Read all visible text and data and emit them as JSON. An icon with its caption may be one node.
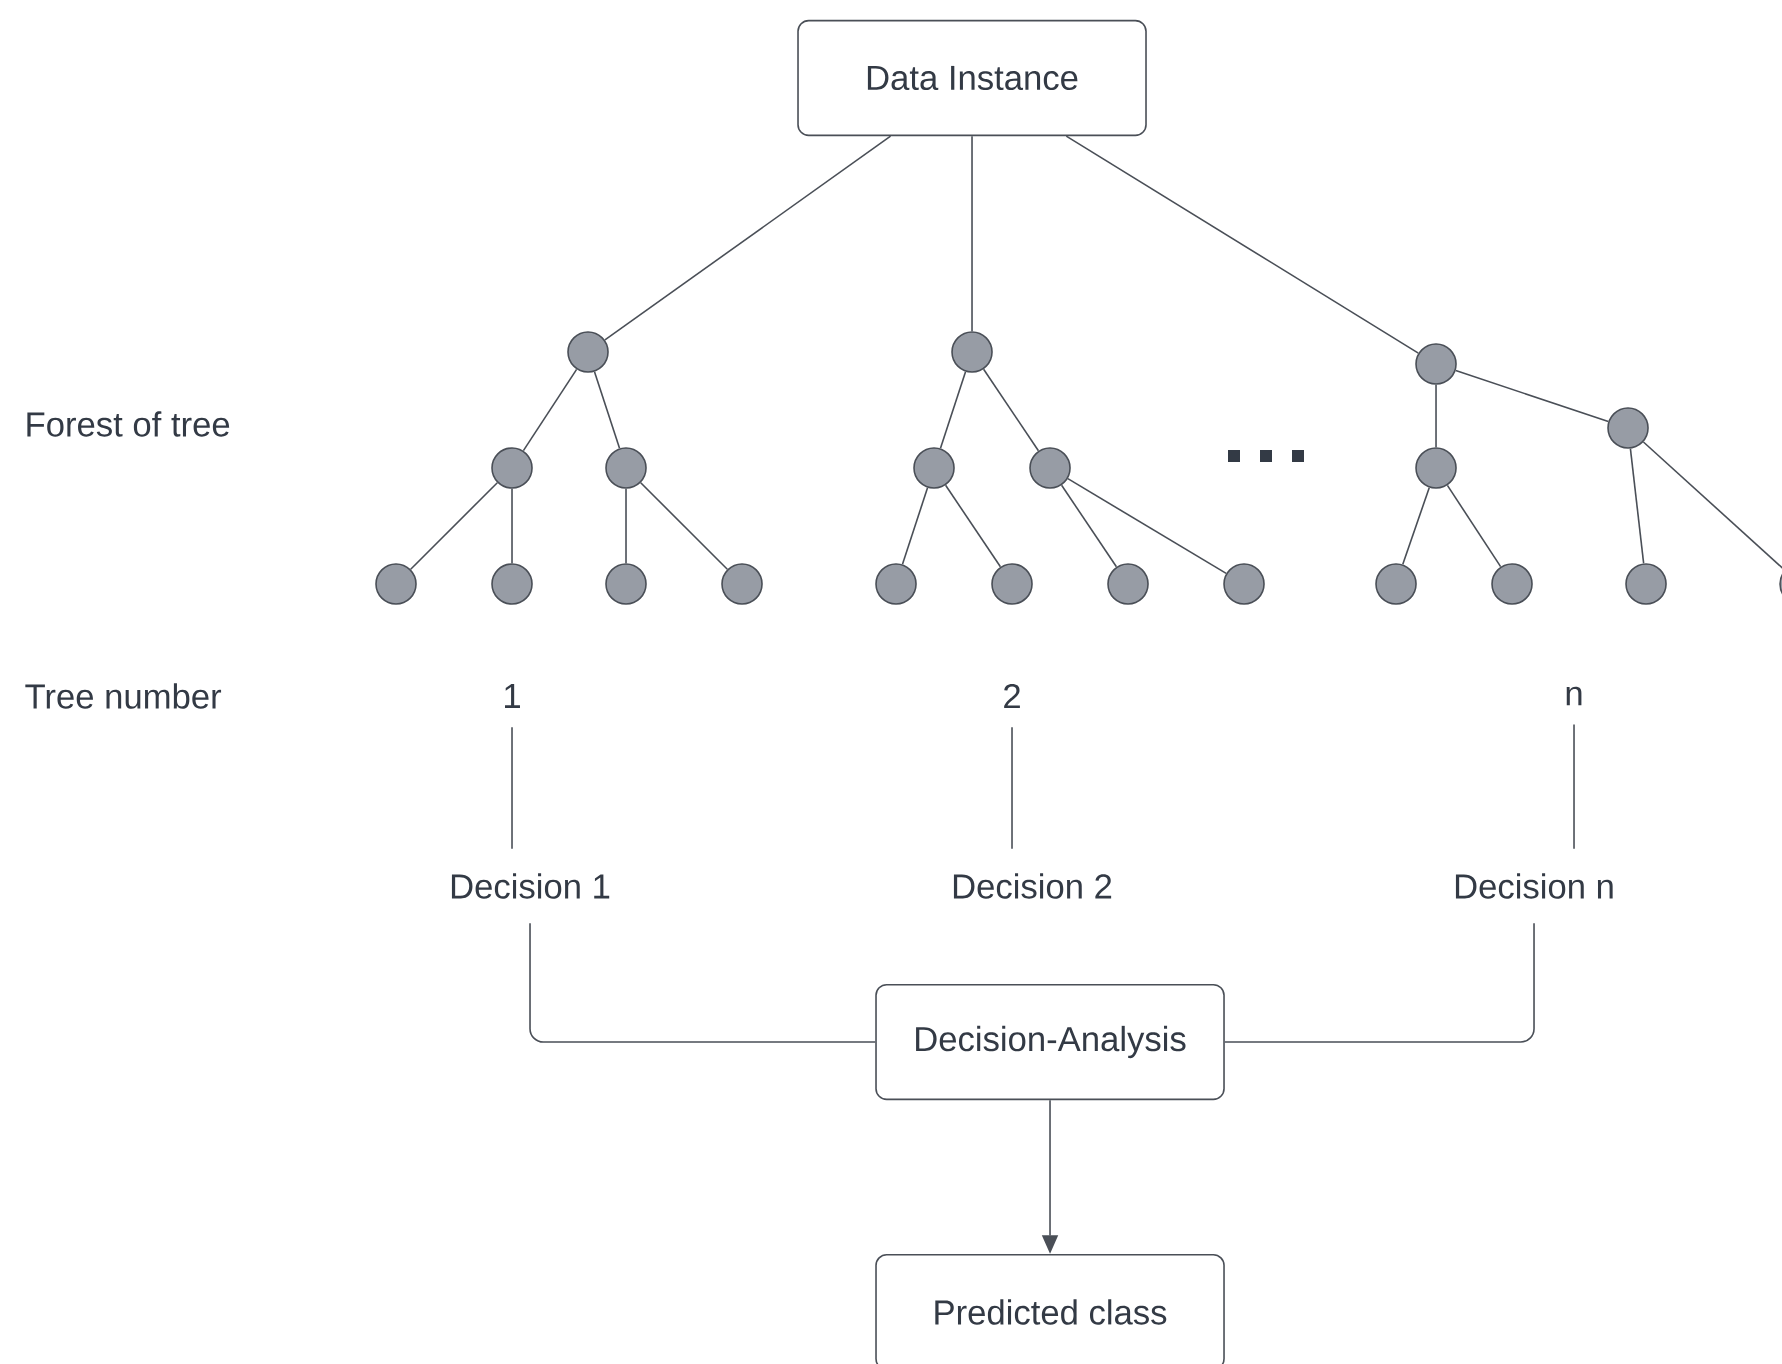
{
  "diagram": {
    "nodes": [
      {
        "text": [
          "Data Instance"
        ]
      },
      {
        "text": [],
        "shape": "circle"
      },
      {
        "text": [],
        "shape": "circle"
      },
      {
        "text": [],
        "shape": "circle"
      },
      {
        "text": [],
        "shape": "circle"
      },
      {
        "text": [],
        "shape": "circle"
      },
      {
        "text": [],
        "shape": "circle"
      },
      {
        "text": [],
        "shape": "circle"
      },
      {
        "text": [],
        "shape": "circle"
      },
      {
        "text": [],
        "shape": "circle"
      },
      {
        "text": [],
        "shape": "circle"
      },
      {
        "text": [],
        "shape": "circle"
      },
      {
        "text": [],
        "shape": "circle"
      },
      {
        "text": [],
        "shape": "circle"
      },
      {
        "text": [],
        "shape": "circle"
      },
      {
        "text": [],
        "shape": "circle"
      },
      {
        "text": [],
        "shape": "circle"
      },
      {
        "text": [],
        "shape": "circle"
      },
      {
        "text": [],
        "shape": "circle"
      },
      {
        "text": [],
        "shape": "circle"
      },
      {
        "text": [],
        "shape": "circle"
      },
      {
        "text": [],
        "shape": "circle"
      },
      {
        "text": [
          "1"
        ]
      },
      {
        "text": [
          "2"
        ]
      },
      {
        "text": [
          "n"
        ]
      },
      {
        "text": [
          "Decision 1"
        ]
      },
      {
        "text": [
          "Decision 2"
        ]
      },
      {
        "text": [
          "Decision n"
        ]
      },
      {
        "text": [
          "Decision-Analysis"
        ]
      },
      {
        "text": [
          "Predicted class"
        ]
      }
    ],
    "edges": [
      {
        "from": 0,
        "to": 1,
        "arrow": "none"
      },
      {
        "from": 0,
        "to": 8,
        "arrow": "none"
      },
      {
        "from": 0,
        "to": 15,
        "arrow": "none"
      },
      {
        "from": 1,
        "to": 2,
        "arrow": "none"
      },
      {
        "from": 1,
        "to": 3,
        "arrow": "none"
      },
      {
        "from": 2,
        "to": 4,
        "arrow": "none"
      },
      {
        "from": 2,
        "to": 5,
        "arrow": "none"
      },
      {
        "from": 3,
        "to": 6,
        "arrow": "none"
      },
      {
        "from": 3,
        "to": 7,
        "arrow": "none"
      },
      {
        "from": 8,
        "to": 9,
        "arrow": "none"
      },
      {
        "from": 8,
        "to": 10,
        "arrow": "none"
      },
      {
        "from": 9,
        "to": 11,
        "arrow": "none"
      },
      {
        "from": 9,
        "to": 12,
        "arrow": "none"
      },
      {
        "from": 10,
        "to": 13,
        "arrow": "none"
      },
      {
        "from": 10,
        "to": 14,
        "arrow": "none"
      },
      {
        "from": 15,
        "to": 16,
        "arrow": "none"
      },
      {
        "from": 15,
        "to": 17,
        "arrow": "none"
      },
      {
        "from": 16,
        "to": 18,
        "arrow": "none"
      },
      {
        "from": 16,
        "to": 19,
        "arrow": "none"
      },
      {
        "from": 17,
        "to": 20,
        "arrow": "none"
      },
      {
        "from": 17,
        "to": 21,
        "arrow": "none"
      },
      {
        "from": 22,
        "to": 25,
        "arrow": "none"
      },
      {
        "from": 23,
        "to": 26,
        "arrow": "none"
      },
      {
        "from": 24,
        "to": 27,
        "arrow": "none"
      },
      {
        "from": 25,
        "to": 28,
        "arrow": "none"
      },
      {
        "from": 27,
        "to": 28,
        "arrow": "none"
      },
      {
        "from": 28,
        "to": 29,
        "arrow": "to"
      }
    ],
    "labels": [
      "Forest of tree",
      "Tree number"
    ]
  }
}
